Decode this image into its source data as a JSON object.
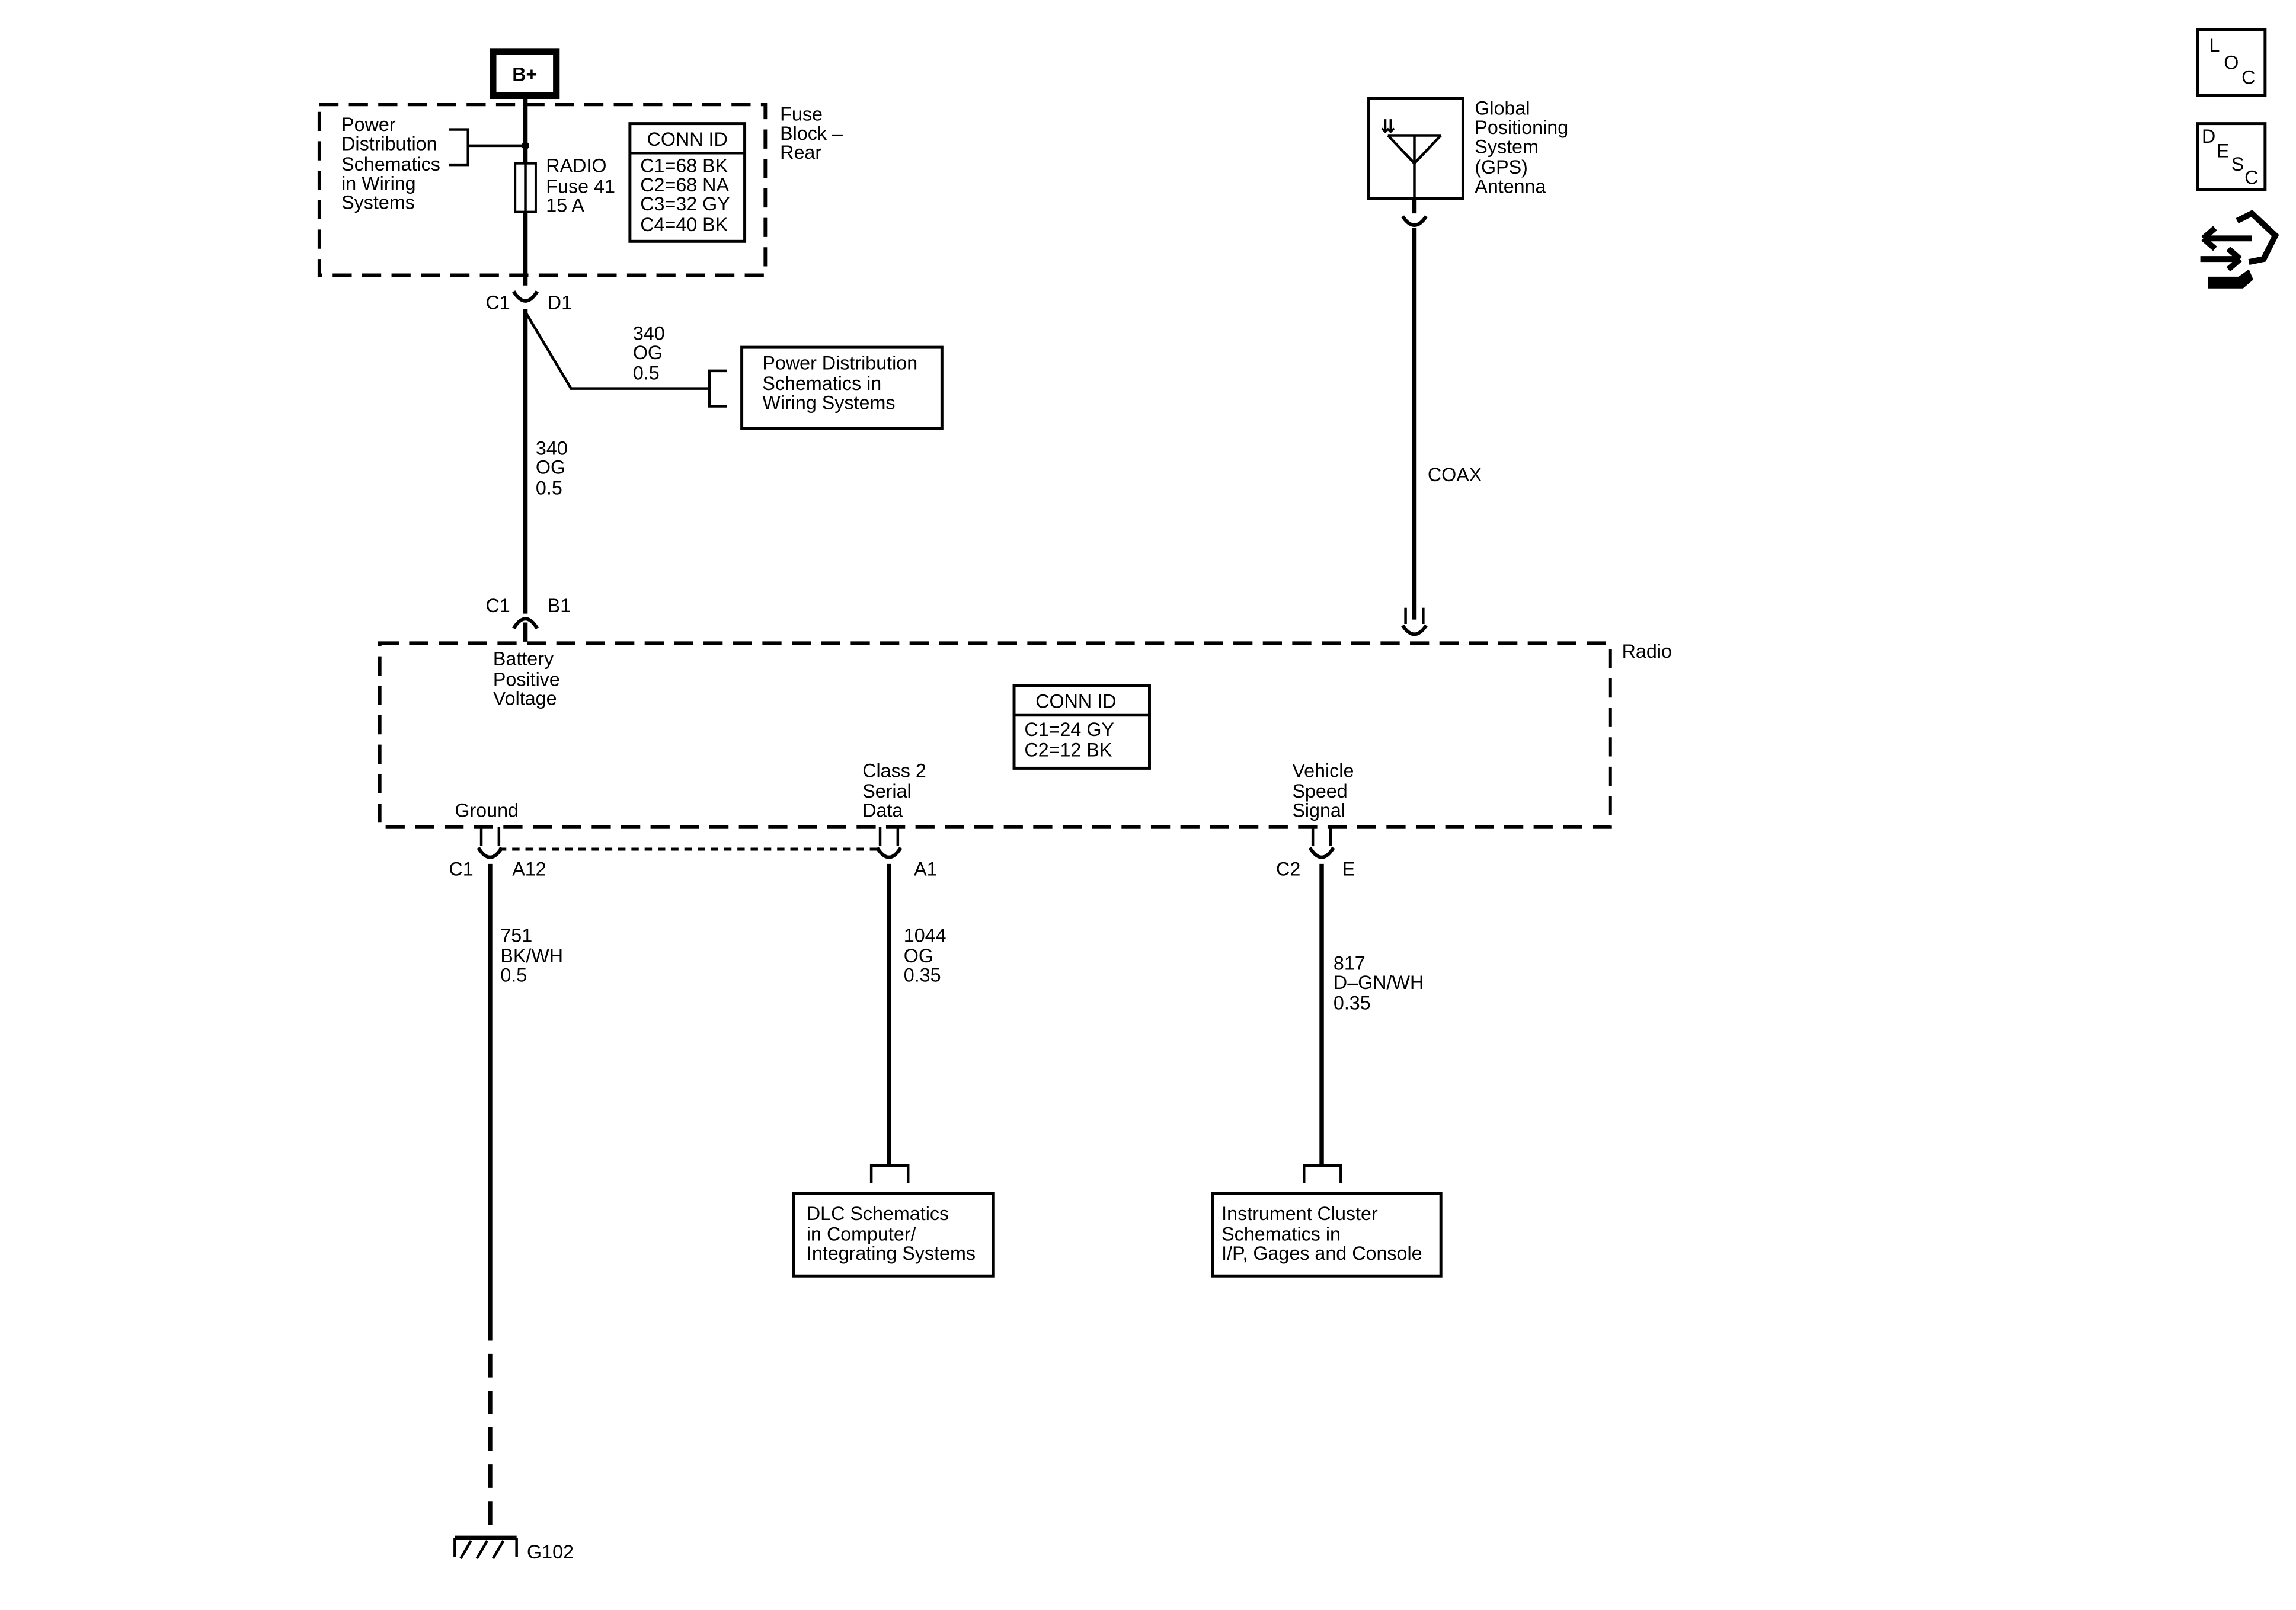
{
  "battery": {
    "label": "B+"
  },
  "fuse_block": {
    "name_lines": [
      "Fuse",
      "Block –",
      "Rear"
    ],
    "power_dist_ref_lines": [
      "Power",
      "Distribution",
      "Schematics",
      "in Wiring",
      "Systems"
    ],
    "fuse_label_lines": [
      "RADIO",
      "Fuse 41",
      "15 A"
    ],
    "conn_id": {
      "title": "CONN ID",
      "rows": [
        "C1=68 BK",
        "C2=68 NA",
        "C3=32 GY",
        "C4=40 BK"
      ]
    }
  },
  "fuse_block_connector": {
    "conn": "C1",
    "pin": "D1"
  },
  "branch_wire": {
    "lines": [
      "340",
      "OG",
      "0.5"
    ]
  },
  "power_dist_box": {
    "lines": [
      "Power Distribution",
      "Schematics in",
      "Wiring Systems"
    ]
  },
  "main_feed_wire": {
    "lines": [
      "340",
      "OG",
      "0.5"
    ]
  },
  "radio_feed_connector": {
    "conn": "C1",
    "pin": "B1"
  },
  "gps": {
    "label_lines": [
      "Global",
      "Positioning",
      "System",
      "(GPS)",
      "Antenna"
    ],
    "coax_label": "COAX"
  },
  "radio": {
    "name": "Radio",
    "battery_label_lines": [
      "Battery",
      "Positive",
      "Voltage"
    ],
    "conn_id": {
      "title": "CONN ID",
      "rows": [
        "C1=24 GY",
        "C2=12 BK"
      ]
    },
    "ground_label": "Ground",
    "class2_label_lines": [
      "Class 2",
      "Serial",
      "Data"
    ],
    "vss_label_lines": [
      "Vehicle",
      "Speed",
      "Signal"
    ]
  },
  "ground_connector": {
    "conn": "C1",
    "pin": "A12"
  },
  "class2_connector": {
    "pin": "A1"
  },
  "vss_connector": {
    "conn": "C2",
    "pin": "E"
  },
  "ground_wire": {
    "lines": [
      "751",
      "BK/WH",
      "0.5"
    ]
  },
  "class2_wire": {
    "lines": [
      "1044",
      "OG",
      "0.35"
    ]
  },
  "vss_wire": {
    "lines": [
      "817",
      "D–GN/WH",
      "0.35"
    ]
  },
  "dlc_box": {
    "lines": [
      "DLC Schematics",
      "in Computer/",
      "Integrating Systems"
    ]
  },
  "ic_box": {
    "lines": [
      "Instrument Cluster",
      "Schematics in",
      "I/P, Gages and Console"
    ]
  },
  "ground_point": {
    "label": "G102"
  },
  "side_icons": [
    {
      "name": "loc-icon",
      "letters": [
        "L",
        "O",
        "C"
      ]
    },
    {
      "name": "desc-icon",
      "letters": [
        "D",
        "E",
        "S",
        "C"
      ]
    },
    {
      "name": "repair-arrows-icon"
    }
  ]
}
